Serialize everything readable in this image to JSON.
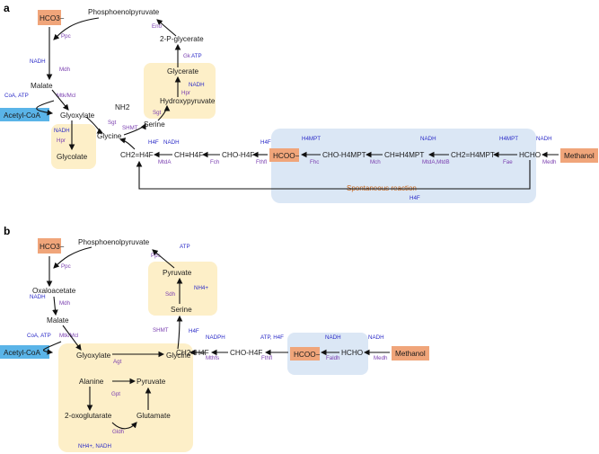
{
  "panel_a": {
    "label": "a",
    "metabolites": {
      "hco3": "HCO3−",
      "pep": "Phosphoenolpyruvate",
      "p2g": "2-P-glycerate",
      "malate": "Malate",
      "glycerate": "Glycerate",
      "acetylcoa": "Acetyl-CoA",
      "glyoxylate": "Glyoxylate",
      "hydroxypyruvate": "Hydroxypyruvate",
      "nh2": "NH2",
      "serine": "Serine",
      "glycine": "Glycine",
      "glycolate": "Glycolate",
      "ch2h4f": "CH2=H4F",
      "chh4f": "CH≡H4F",
      "choh4f": "CHO-H4F",
      "hcoo": "HCOO−",
      "choh4mpt": "CHO-H4MPT",
      "chh4mpt": "CH≡H4MPT",
      "ch2h4mpt": "CH2=H4MPT",
      "hcho": "HCHO",
      "methanol": "Methanol"
    },
    "enzymes": {
      "ppc": "Ppc",
      "eno": "Eno",
      "mdh": "Mdh",
      "gk": "Gk",
      "mtk": "Mtk/Mcl",
      "hpr1": "Hpr",
      "sgt1": "Sgt",
      "sgt2": "Sgt",
      "hpr2": "Hpr",
      "shmt": "SHMT",
      "mtda": "MtdA",
      "fch": "Fch",
      "fthfl": "Fthfl",
      "fhc": "Fhc",
      "mch": "Mch",
      "mtdab": "MtdA,MtdB",
      "fae": "Fae",
      "medh": "Medh"
    },
    "cofactors": {
      "nadh_mdh": "NADH",
      "atp_gk": "ATP",
      "coa_atp": "CoA, ATP",
      "nadh_hpr": "NADH",
      "nadh_glycolate": "NADH",
      "h4f_shmt": "H4F",
      "nadh_mtda": "NADH",
      "h4f_fthfl": "H4F",
      "h4mpt_fhc": "H4MPT",
      "nadh_mtdab": "NADH",
      "h4mpt_fae": "H4MPT",
      "nadh_medh": "NADH",
      "h4f_spont": "H4F"
    },
    "spontaneous": "Spontaneous reaction"
  },
  "panel_b": {
    "label": "b",
    "metabolites": {
      "hco3": "HCO3−",
      "pep": "Phosphoenolpyruvate",
      "oxaloacetate": "Oxaloacetate",
      "malate": "Malate",
      "pyruvate_top": "Pyruvate",
      "nh4": "NH4+",
      "serine": "Serine",
      "acetylcoa": "Acetyl-CoA",
      "glyoxylate": "Glyoxylate",
      "glycine": "Glycine",
      "alanine": "Alanine",
      "pyruvate": "Pyruvate",
      "oxoglutarate": "2-oxoglutarate",
      "glutamate": "Glutamate",
      "nh4_nadh": "NH4+, NADH",
      "ch2h4f": "CH2=H4F",
      "choh4f": "CHO-H4F",
      "hcoo": "HCOO−",
      "hcho": "HCHO",
      "methanol": "Methanol"
    },
    "enzymes": {
      "ppc": "Ppc",
      "mdh": "Mdh",
      "pps": "Pps",
      "sdh": "Sdh",
      "mtk": "Mtk/Mcl",
      "shmt": "SHMT",
      "agt": "Agt",
      "gpt": "Gpt",
      "gldh": "Gldh",
      "mthfs": "Mthfs",
      "fthfl": "Fthfl",
      "faldh": "Faldh",
      "medh": "Medh"
    },
    "cofactors": {
      "nadh_mdh": "NADH",
      "atp_pps": "ATP",
      "coa_atp": "CoA, ATP",
      "h4f_shmt": "H4F",
      "nadph": "NADPH",
      "atp_h4f": "ATP, H4F",
      "nadh_faldh": "NADH",
      "nadh_medh": "NADH"
    }
  },
  "colors": {
    "orange_box": "#f0a57a",
    "blue_box": "#5ab4e8",
    "yellow_bg": "#fdefc8",
    "lightblue_bg": "#dbe7f5",
    "enzyme": "#7a3fb0",
    "cofactor": "#2b2bc8",
    "spontaneous": "#c8651a"
  }
}
